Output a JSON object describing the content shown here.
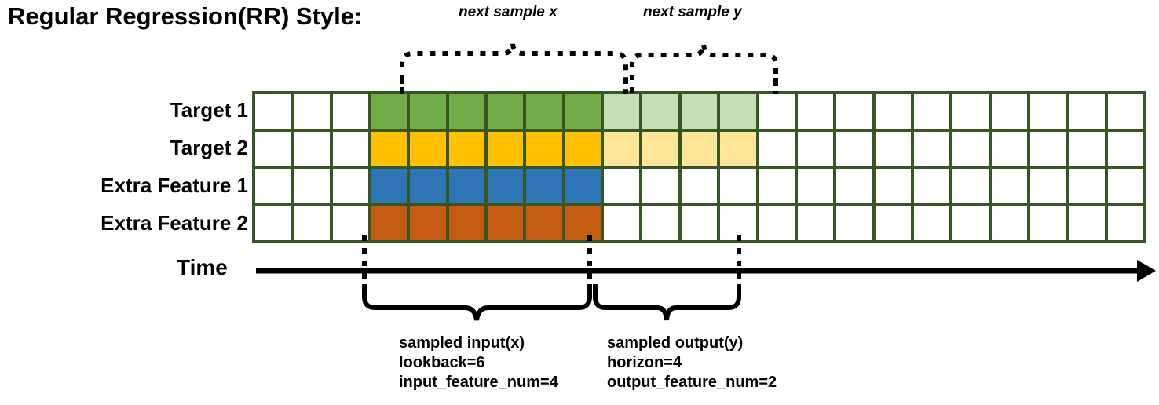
{
  "title": "Regular Regression(RR) Style:",
  "axis": {
    "time_label": "Time",
    "arrow_icon": "right-arrow-icon"
  },
  "rows": [
    {
      "label": "Target 1",
      "key": "target-1"
    },
    {
      "label": "Target 2",
      "key": "target-2"
    },
    {
      "label": "Extra Feature 1",
      "key": "extra-feature-1"
    },
    {
      "label": "Extra Feature 2",
      "key": "extra-feature-2"
    }
  ],
  "grid": {
    "columns": 23,
    "rows": 4,
    "border_color": "#375623",
    "empty_color": "#ffffff",
    "input_start_col": 4,
    "input_end_col": 9,
    "output_start_col": 10,
    "output_end_col": 13,
    "cell_colors": {
      "target_1_input": "#70AD47",
      "target_1_output": "#C5E0B4",
      "target_2_input": "#FFC000",
      "target_2_output": "#FFE699",
      "extra_feature_1_input": "#2E75B6",
      "extra_feature_2_input": "#C55A11"
    },
    "cells": [
      [
        "w",
        "w",
        "w",
        "g",
        "g",
        "g",
        "g",
        "g",
        "g",
        "lg",
        "lg",
        "lg",
        "lg",
        "w",
        "w",
        "w",
        "w",
        "w",
        "w",
        "w",
        "w",
        "w",
        "w"
      ],
      [
        "w",
        "w",
        "w",
        "y",
        "y",
        "y",
        "y",
        "y",
        "y",
        "ly",
        "ly",
        "ly",
        "ly",
        "w",
        "w",
        "w",
        "w",
        "w",
        "w",
        "w",
        "w",
        "w",
        "w"
      ],
      [
        "w",
        "w",
        "w",
        "b",
        "b",
        "b",
        "b",
        "b",
        "b",
        "w",
        "w",
        "w",
        "w",
        "w",
        "w",
        "w",
        "w",
        "w",
        "w",
        "w",
        "w",
        "w",
        "w"
      ],
      [
        "w",
        "w",
        "w",
        "o",
        "o",
        "o",
        "o",
        "o",
        "o",
        "w",
        "w",
        "w",
        "w",
        "w",
        "w",
        "w",
        "w",
        "w",
        "w",
        "w",
        "w",
        "w",
        "w"
      ]
    ]
  },
  "top_annotations": [
    {
      "text": "next sample x",
      "key": "next-sample-x"
    },
    {
      "text": "next sample y",
      "key": "next-sample-y"
    }
  ],
  "bottom_annotations": [
    {
      "key": "sampled-input",
      "lines": [
        "sampled input(x)",
        "lookback=6",
        "input_feature_num=4"
      ]
    },
    {
      "key": "sampled-output",
      "lines": [
        "sampled output(y)",
        "horizon=4",
        "output_feature_num=2"
      ]
    }
  ]
}
